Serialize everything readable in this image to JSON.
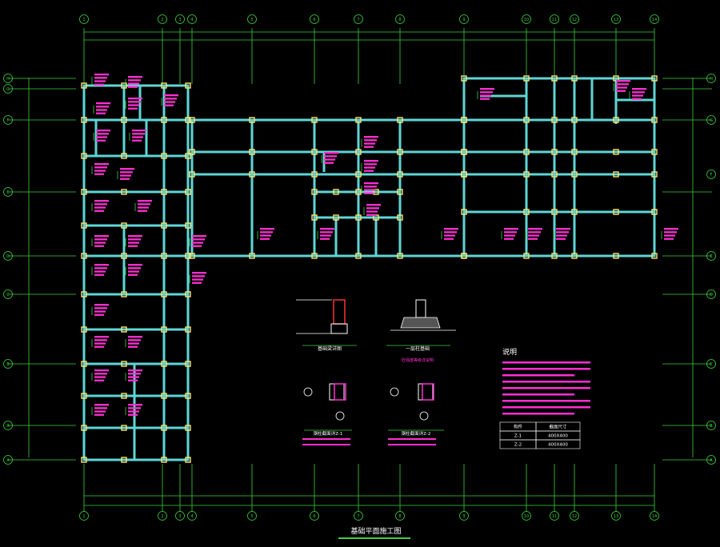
{
  "colors": {
    "background": "#000000",
    "axis": "#3cd23c",
    "beam": "#5fd6d6",
    "column": "#ffe66a",
    "tag": "#ff2fd2",
    "note": "#ffffff",
    "table": "#ffffff"
  },
  "axes": {
    "top": [
      "1",
      "2",
      "3",
      "4",
      "5",
      "6",
      "7",
      "8",
      "9",
      "10",
      "11",
      "12",
      "13",
      "14"
    ],
    "left": [
      "H",
      "G",
      "F",
      "E",
      "D",
      "C",
      "B",
      "A",
      "A"
    ],
    "right": [
      "H",
      "G",
      "F",
      "E",
      "D",
      "C",
      "B",
      "A"
    ]
  },
  "drawing_title": "基础平面施工图",
  "details": {
    "beam_section_label": "基础梁详图",
    "footing_label": "一层柱基础",
    "footing_note": "砼强度等级详说明",
    "column_a_label": "钢柱截面详Z-1",
    "column_b_label": "钢柱截面详Z-2"
  },
  "notes": {
    "heading": "说明"
  },
  "table": {
    "rows": [
      [
        "构件",
        "截面尺寸"
      ],
      [
        "Z-1",
        "400X400"
      ],
      [
        "Z-2",
        "400X400"
      ]
    ]
  }
}
